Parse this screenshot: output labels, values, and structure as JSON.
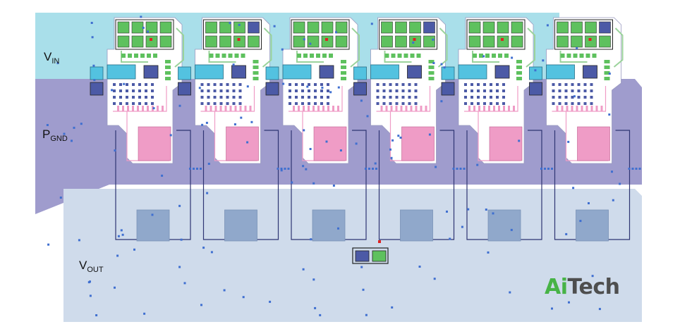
{
  "labels": {
    "vin": {
      "main": "V",
      "sub": "IN"
    },
    "pgnd": {
      "main": "P",
      "sub": "GND"
    },
    "vout": {
      "main": "V",
      "sub": "OUT"
    }
  },
  "logo": {
    "part1": "Ai",
    "part2": "Tech"
  },
  "phase_count": 6,
  "colors": {
    "vin_plane": "#a9dfea",
    "pgnd_plane": "#9f9ccd",
    "vout_plane": "#cfdbeb",
    "pad_green": "#5ec15e",
    "pad_cyan": "#53c2e0",
    "pad_navy": "#4c5aa6",
    "ic_pink": "#ef9cc6",
    "via_blue": "#3f6fd0",
    "trace": "#2f3573",
    "logo_green": "#47b346",
    "logo_gray": "#4e4e4e"
  }
}
